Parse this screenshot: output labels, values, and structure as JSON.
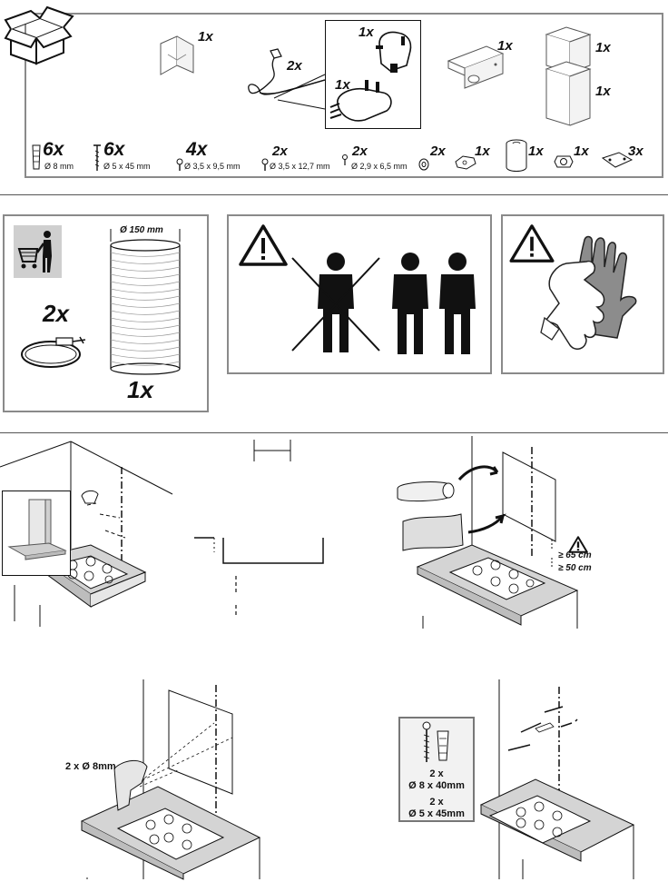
{
  "parts_box": {
    "bracket_qty": "1x",
    "cable_qty": "2x",
    "plug_uk_qty": "1x",
    "plug_eu_qty": "1x",
    "wall_bracket_qty": "1x",
    "chimney_upper_qty": "1x",
    "chimney_lower_qty": "1x",
    "fixings": [
      {
        "qty": "6x",
        "size": "Ø 8 mm"
      },
      {
        "qty": "6x",
        "size": "Ø 5 x 45 mm"
      },
      {
        "qty": "4x",
        "size": "Ø 3,5 x 9,5 mm"
      },
      {
        "qty": "2x",
        "size": "Ø 3,5 x 12,7 mm"
      },
      {
        "qty": "2x",
        "size": "Ø 2,9 x 6,5 mm"
      },
      {
        "qty": "2x"
      },
      {
        "qty": "1x"
      },
      {
        "qty": "1x"
      },
      {
        "qty": "1x"
      },
      {
        "qty": "3x"
      }
    ]
  },
  "optional": {
    "clamp_qty": "2x",
    "duct_diameter": "Ø 150 mm",
    "duct_qty": "1x"
  },
  "install": {
    "min_height_top": "≥ 65 cm",
    "min_height_bottom": "≥ 50 cm",
    "drill_label": "2 x Ø 8mm",
    "screw_qty_1": "2 x",
    "screw_size_1": "Ø 8 x 40mm",
    "screw_qty_2": "2 x",
    "screw_size_2": "Ø 5 x 45mm"
  },
  "colors": {
    "frame": "#8a8a8a",
    "counter": "#d4d4d4",
    "glove_dark": "#8c8c8c"
  }
}
